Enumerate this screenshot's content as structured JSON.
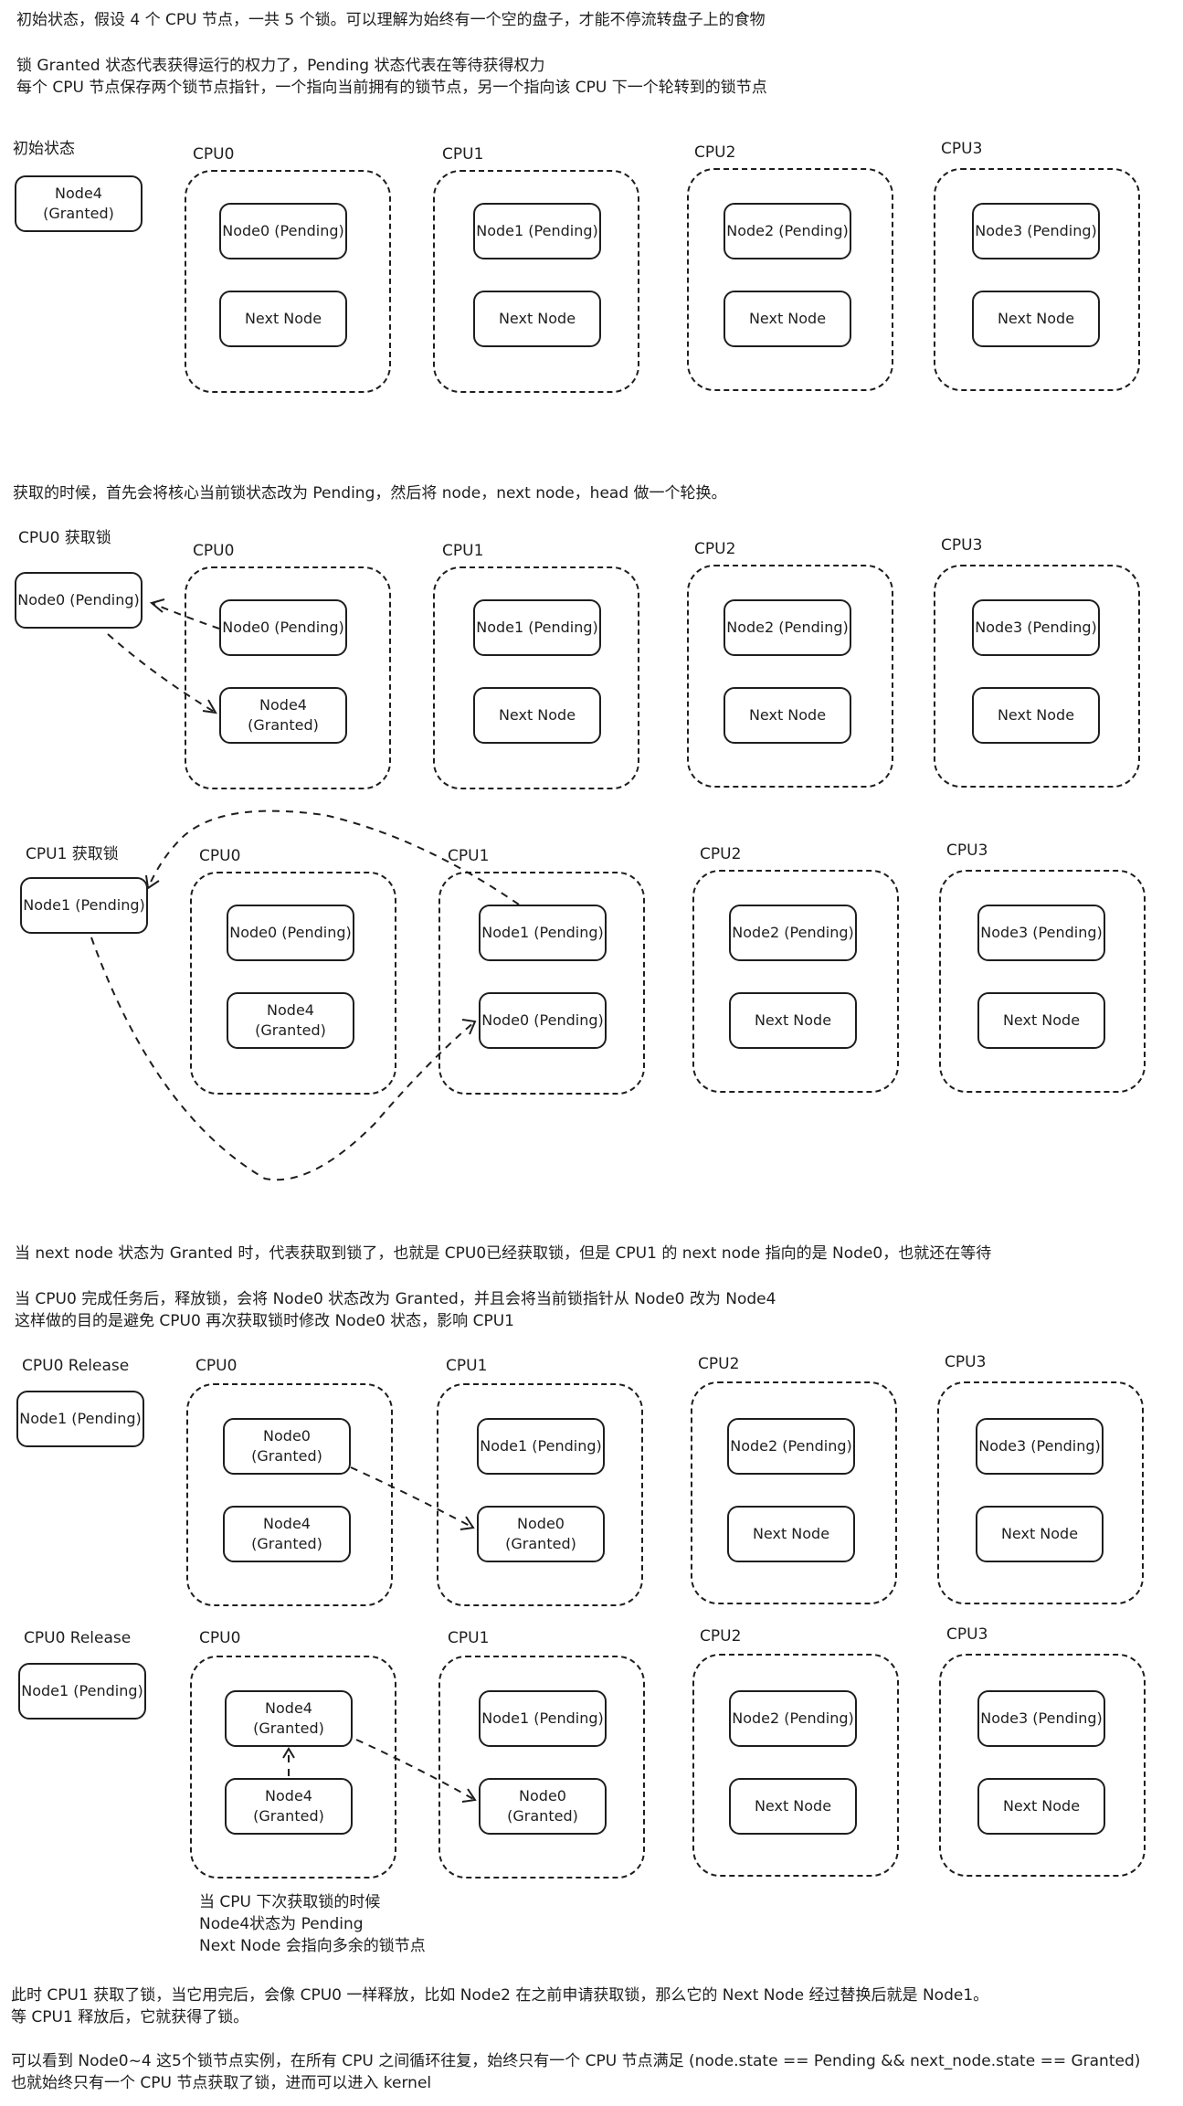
{
  "text": {
    "intro1": "初始状态，假设 4 个 CPU 节点，一共 5 个锁。可以理解为始终有一个空的盘子，才能不停流转盘子上的食物",
    "intro2": "锁 Granted 状态代表获得运行的权力了，Pending 状态代表在等待获得权力",
    "intro3": "每个 CPU 节点保存两个锁节点指针，一个指向当前拥有的锁节点，另一个指向该 CPU 下一个轮转到的锁节点",
    "acquire_desc": "获取的时候，首先会将核心当前锁状态改为 Pending，然后将 node，next node，head 做一个轮换。",
    "granted_desc": "当 next node 状态为 Granted 时，代表获取到锁了，也就是 CPU0已经获取锁，但是 CPU1 的 next node 指向的是 Node0，也就还在等待",
    "release_desc1": "当 CPU0 完成任务后，释放锁，会将 Node0 状态改为 Granted，并且会将当前锁指针从 Node0 改为 Node4",
    "release_desc2": "这样做的目的是避免 CPU0 再次获取锁时修改 Node0 状态，影响 CPU1",
    "note1": "当 CPU 下次获取锁的时候",
    "note2": "Node4状态为 Pending",
    "note3": "Next Node 会指向多余的锁节点",
    "final1": "此时 CPU1 获取了锁，当它用完后，会像 CPU0 一样释放，比如 Node2 在之前申请获取锁，那么它的 Next Node 经过替换后就是 Node1。",
    "final2": "等 CPU1 释放后，它就获得了锁。",
    "final3": "可以看到 Node0~4 这5个锁节点实例，在所有 CPU 之间循环往复，始终只有一个 CPU 节点满足 (node.state == Pending && next_node.state == Granted)",
    "final4": "也就始终只有一个 CPU 节点获取了锁，进而可以进入 kernel"
  },
  "cpu_names": [
    "CPU0",
    "CPU1",
    "CPU2",
    "CPU3"
  ],
  "sections": [
    {
      "label": "初始状态",
      "side_node": "Node4\n(Granted)",
      "cpus": [
        {
          "top": "Node0 (Pending)",
          "bottom": "Next Node"
        },
        {
          "top": "Node1 (Pending)",
          "bottom": "Next Node"
        },
        {
          "top": "Node2 (Pending)",
          "bottom": "Next Node"
        },
        {
          "top": "Node3 (Pending)",
          "bottom": "Next Node"
        }
      ]
    },
    {
      "label": "CPU0 获取锁",
      "side_node": "Node0 (Pending)",
      "cpus": [
        {
          "top": "Node0 (Pending)",
          "bottom": "Node4\n(Granted)"
        },
        {
          "top": "Node1 (Pending)",
          "bottom": "Next Node"
        },
        {
          "top": "Node2 (Pending)",
          "bottom": "Next Node"
        },
        {
          "top": "Node3 (Pending)",
          "bottom": "Next Node"
        }
      ]
    },
    {
      "label": "CPU1 获取锁",
      "side_node": "Node1 (Pending)",
      "cpus": [
        {
          "top": "Node0 (Pending)",
          "bottom": "Node4\n(Granted)"
        },
        {
          "top": "Node1 (Pending)",
          "bottom": "Node0 (Pending)"
        },
        {
          "top": "Node2 (Pending)",
          "bottom": "Next Node"
        },
        {
          "top": "Node3 (Pending)",
          "bottom": "Next Node"
        }
      ]
    },
    {
      "label": "CPU0 Release",
      "side_node": "Node1 (Pending)",
      "cpus": [
        {
          "top": "Node0\n(Granted)",
          "bottom": "Node4\n(Granted)"
        },
        {
          "top": "Node1 (Pending)",
          "bottom": "Node0\n(Granted)"
        },
        {
          "top": "Node2 (Pending)",
          "bottom": "Next Node"
        },
        {
          "top": "Node3 (Pending)",
          "bottom": "Next Node"
        }
      ]
    },
    {
      "label": "CPU0 Release",
      "side_node": "Node1 (Pending)",
      "cpus": [
        {
          "top": "Node4\n(Granted)",
          "bottom": "Node4\n(Granted)"
        },
        {
          "top": "Node1 (Pending)",
          "bottom": "Node0\n(Granted)"
        },
        {
          "top": "Node2 (Pending)",
          "bottom": "Next Node"
        },
        {
          "top": "Node3 (Pending)",
          "bottom": "Next Node"
        }
      ]
    }
  ]
}
